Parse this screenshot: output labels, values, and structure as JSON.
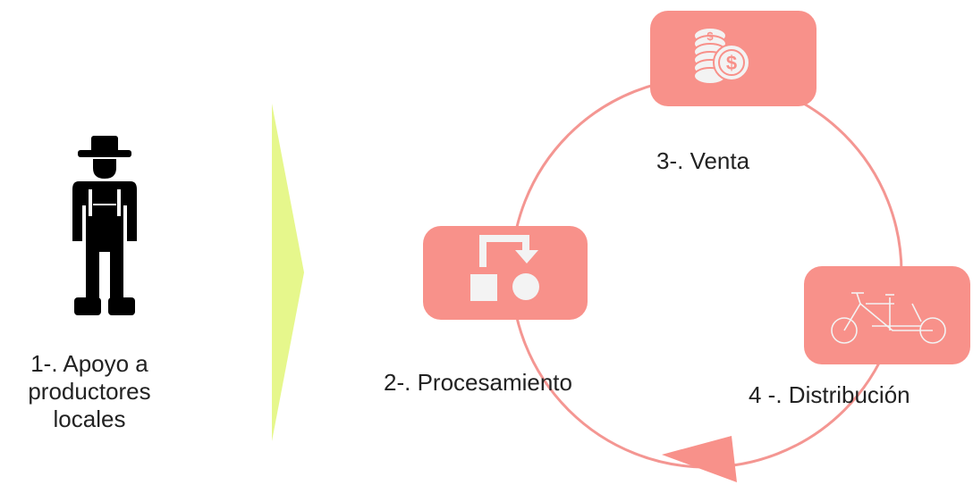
{
  "colors": {
    "card": "#f8918a",
    "cycle_stroke": "#f38b86",
    "arrow": "#e6f78c",
    "icon_fill": "#f3f3f3",
    "farmer": "#000000"
  },
  "step1": {
    "line1": "1-. Apoyo a",
    "line2": "productores",
    "line3": "locales",
    "icon": "farmer-icon"
  },
  "step2": {
    "label": "2-. Procesamiento",
    "icon": "process-flow-icon"
  },
  "step3": {
    "label": "3-. Venta",
    "icon": "coins-dollar-icon"
  },
  "step4": {
    "label": "4 -. Distribución",
    "icon": "cargo-bike-icon"
  }
}
